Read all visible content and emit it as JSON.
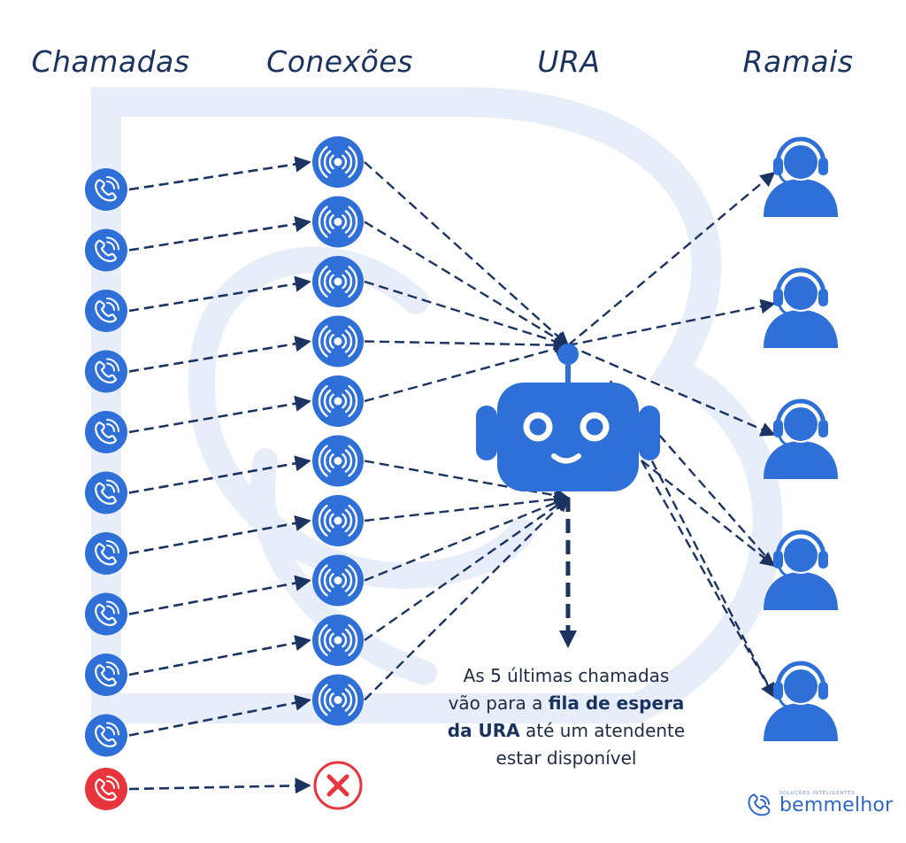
{
  "columns": {
    "calls": "Chamadas",
    "connections": "Conexões",
    "ura": "URA",
    "extensions": "Ramais"
  },
  "caption": {
    "line1": "As 5 últimas chamadas",
    "line2_prefix": "vão para a ",
    "line2_bold": "fila de espera",
    "line3_bold": "da URA",
    "line3_suffix": " até um atendente",
    "line4": "estar disponível"
  },
  "brand": {
    "name": "bemmelhor",
    "tagline": "SOLUÇÕES INTELIGENTES"
  },
  "counts": {
    "accepted_calls": 10,
    "rejected_calls": 1,
    "extensions": 5
  },
  "colors": {
    "primary": "#2e6fd8",
    "dark_navy": "#1b3360",
    "rejected": "#e8343c",
    "watermark": "#e8eef9"
  },
  "icons": {
    "call": "phone-icon",
    "connection": "signal-broadcast-icon",
    "ura": "robot-icon",
    "extension": "headset-agent-icon",
    "rejected_connection": "x-circle-icon"
  }
}
